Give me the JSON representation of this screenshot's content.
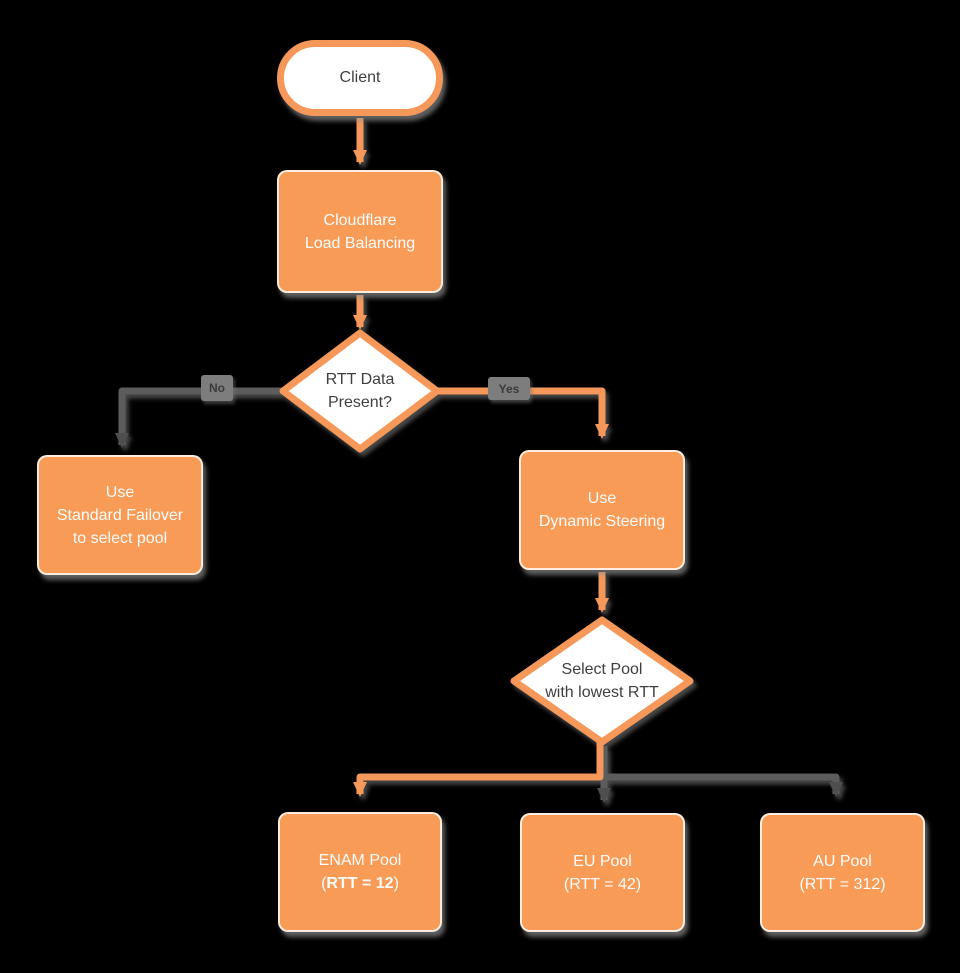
{
  "canvas": {
    "background": "#000000"
  },
  "colors": {
    "node_fill": "#f79b57",
    "node_border": "#f5985a",
    "decision_fill": "#ffffff",
    "edge_orange": "#f5985a",
    "edge_gray": "#5c5c5c",
    "arrowhead_gray": "#4e4e4e",
    "edge_label_bg": "#7d7d7d",
    "text_on_orange": "#fdfcfa",
    "text_dark": "#3f3f3f"
  },
  "nodes": {
    "client": {
      "label": "Client"
    },
    "load_balancer": {
      "label": "Cloudflare\nLoad Balancing"
    },
    "rtt_decision": {
      "label": "RTT Data\nPresent?"
    },
    "standard_failover": {
      "label": "Use\nStandard Failover\nto select pool"
    },
    "dynamic_steering": {
      "label": "Use\nDynamic Steering"
    },
    "pool_decision": {
      "label": "Select Pool\nwith lowest RTT"
    },
    "enam_pool": {
      "name": "ENAM Pool",
      "rtt_prefix": "(",
      "rtt_value": "RTT = 12",
      "rtt_suffix": ")"
    },
    "eu_pool": {
      "name": "EU Pool",
      "rtt": "(RTT = 42)"
    },
    "au_pool": {
      "name": "AU Pool",
      "rtt": "(RTT = 312)"
    }
  },
  "edges": {
    "no_label": "No",
    "yes_label": "Yes"
  }
}
